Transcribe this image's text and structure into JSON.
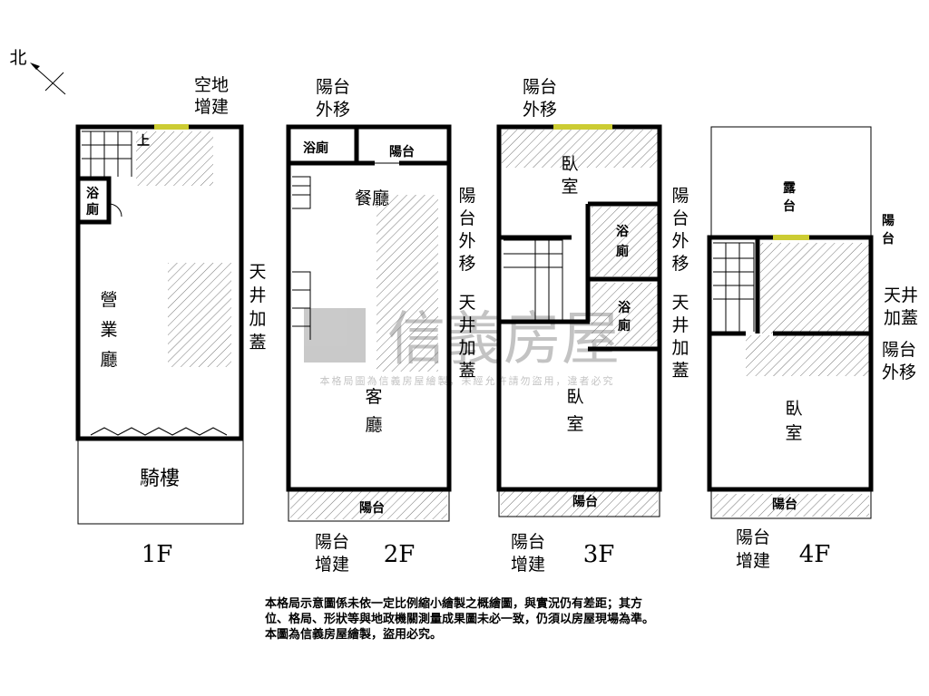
{
  "north": "北",
  "watermark": {
    "brand": "信義房屋",
    "notice": "本格局圖為信義房屋繪製，未經允許請勿盜用，違者必究"
  },
  "f1": {
    "floor": "1F",
    "empty": [
      "空地",
      "增建"
    ],
    "up": "上",
    "bath": [
      "浴",
      "廁"
    ],
    "hall": [
      "營",
      "業",
      "廳"
    ],
    "well": [
      "天",
      "井",
      "加",
      "蓋"
    ],
    "arcade": "騎樓"
  },
  "f2": {
    "floor": "2F",
    "balc_move_top": [
      "陽台",
      "外移"
    ],
    "bath": "浴廁",
    "balcony_top": "陽台",
    "dining": "餐廳",
    "balc_move": [
      "陽",
      "台",
      "外",
      "移"
    ],
    "well": [
      "天",
      "井",
      "加",
      "蓋"
    ],
    "living": [
      "客",
      "廳"
    ],
    "balcony": "陽台",
    "balc_add": [
      "陽台",
      "增建"
    ]
  },
  "f3": {
    "floor": "3F",
    "balc_move_top": [
      "陽台",
      "外移"
    ],
    "bedroom_top": [
      "臥",
      "室"
    ],
    "bath1": [
      "浴",
      "廁"
    ],
    "bath2": [
      "浴",
      "廁"
    ],
    "balc_move": [
      "陽",
      "台",
      "外",
      "移"
    ],
    "well": [
      "天",
      "井",
      "加",
      "蓋"
    ],
    "bedroom": [
      "臥",
      "室"
    ],
    "balcony": "陽台",
    "balc_add": [
      "陽台",
      "增建"
    ]
  },
  "f4": {
    "floor": "4F",
    "terrace": [
      "露",
      "台"
    ],
    "balc_right": [
      "陽",
      "台"
    ],
    "well": [
      "天井",
      "加蓋"
    ],
    "balc_move": [
      "陽台",
      "外移"
    ],
    "bedroom": [
      "臥",
      "室"
    ],
    "balcony": "陽台",
    "balc_add": [
      "陽台",
      "增建"
    ]
  },
  "note": [
    "本格局示意圖係未依一定比例縮小繪製之概繪圖，與實況仍有差距；其方",
    "位、格局、形狀等與地政機關測量成果圖未必一致，仍須以房屋現場為準。",
    "本圖為信義房屋繪製，盜用必究。"
  ]
}
